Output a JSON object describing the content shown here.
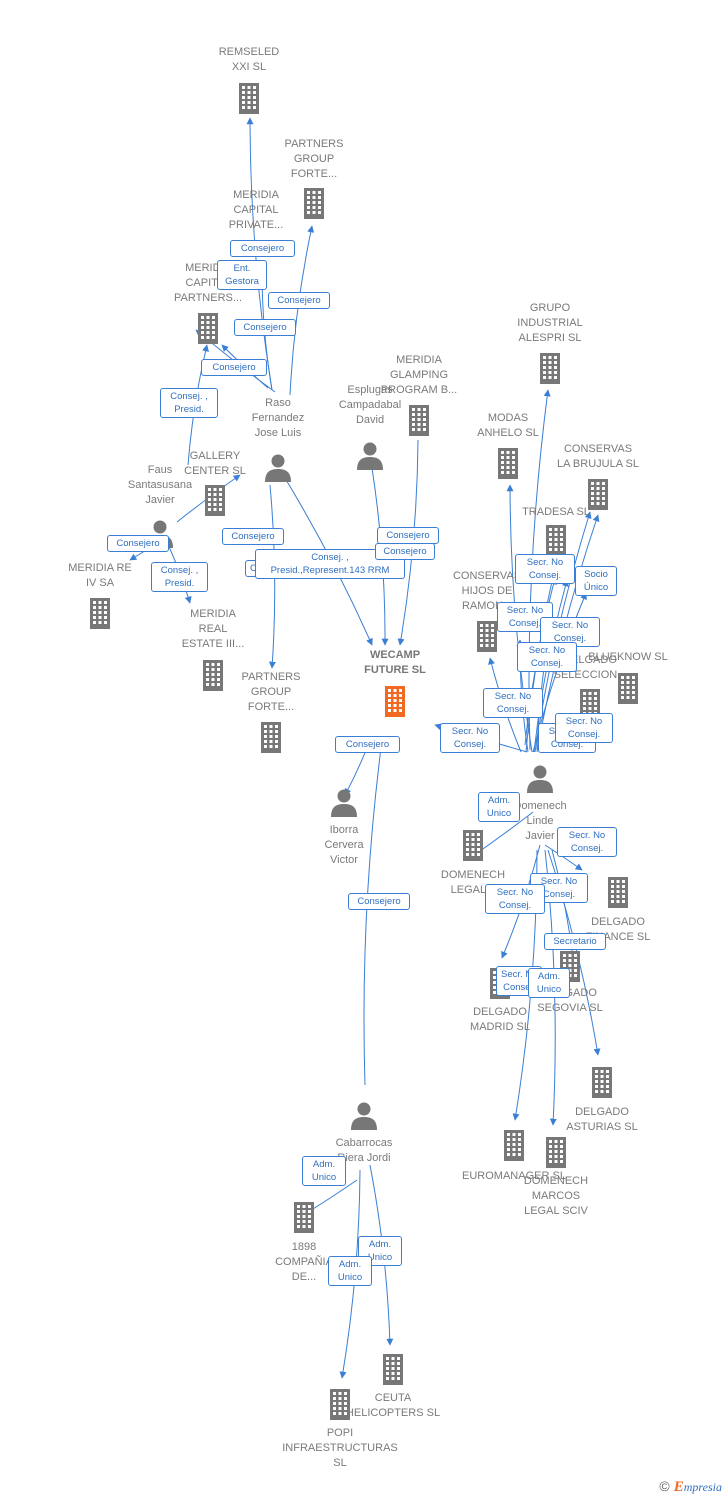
{
  "colors": {
    "edge": "#3a7fd5",
    "icon": "#777777",
    "center_icon": "#f26a21",
    "label": "#7a7a7a"
  },
  "nodes": [
    {
      "id": "remseled",
      "name": "REMSELED\nXXI  SL",
      "kind": "company"
    },
    {
      "id": "partners1",
      "name": "PARTNERS\nGROUP\nFORTE...",
      "kind": "company"
    },
    {
      "id": "meridia_cap_priv",
      "name": "MERIDIA\nCAPITAL\nPRIVATE...",
      "kind": "company"
    },
    {
      "id": "meridia_cap_partners",
      "name": "MERIDIA\nCAPITAL\nPARTNERS...",
      "kind": "company"
    },
    {
      "id": "raso",
      "name": "Raso\nFernandez\nJose Luis",
      "kind": "person"
    },
    {
      "id": "esplugas",
      "name": "Esplugas\nCampadabal\nDavid",
      "kind": "person"
    },
    {
      "id": "glamping",
      "name": "MERIDIA\nGLAMPING\nPROGRAM B...",
      "kind": "company"
    },
    {
      "id": "gallery",
      "name": "GALLERY\nCENTER  SL",
      "kind": "company"
    },
    {
      "id": "faus",
      "name": "Faus\nSantasusana\nJavier",
      "kind": "person"
    },
    {
      "id": "meridia_re_iv",
      "name": "MERIDIA RE\nIV SA",
      "kind": "company"
    },
    {
      "id": "meridia_real_estate",
      "name": "MERIDIA\nREAL\nESTATE III...",
      "kind": "company"
    },
    {
      "id": "partners2",
      "name": "PARTNERS\nGROUP\nFORTE...",
      "kind": "company"
    },
    {
      "id": "wecamp",
      "name": "WECAMP\nFUTURE  SL",
      "kind": "center"
    },
    {
      "id": "iborra",
      "name": "Iborra\nCervera\nVictor",
      "kind": "person"
    },
    {
      "id": "grupo_alespri",
      "name": "GRUPO\nINDUSTRIAL\nALESPRI SL",
      "kind": "company"
    },
    {
      "id": "modas",
      "name": "MODAS\nANHELO SL",
      "kind": "company"
    },
    {
      "id": "conservas_brujula",
      "name": "CONSERVAS\nLA BRUJULA SL",
      "kind": "company"
    },
    {
      "id": "tradesa",
      "name": "TRADESA SL",
      "kind": "company"
    },
    {
      "id": "conservas_hijos",
      "name": "CONSERVAS\nHIJOS DE\nRAMON...",
      "kind": "company"
    },
    {
      "id": "delgado_seleccion",
      "name": "DELGADO\nSELECCION...",
      "kind": "company"
    },
    {
      "id": "blueknow",
      "name": "BLUEKNOW SL",
      "kind": "company"
    },
    {
      "id": "domenech_linde",
      "name": "Domenech\nLinde\nJavier",
      "kind": "person"
    },
    {
      "id": "domenech_legal",
      "name": "DOMENECH\nLEGAL...",
      "kind": "company"
    },
    {
      "id": "delgado_finance",
      "name": "DELGADO\nFINANCE SL",
      "kind": "company"
    },
    {
      "id": "delgado_madrid",
      "name": "DELGADO\nMADRID  SL",
      "kind": "company"
    },
    {
      "id": "delgado_segovia",
      "name": "DELGADO\nSEGOVIA  SL",
      "kind": "company"
    },
    {
      "id": "delgado_asturias",
      "name": "DELGADO\nASTURIAS SL",
      "kind": "company"
    },
    {
      "id": "euromanager",
      "name": "EUROMANAGER SL",
      "kind": "company"
    },
    {
      "id": "domenech_marcos",
      "name": "DOMENECH\nMARCOS\nLEGAL SCIV",
      "kind": "company"
    },
    {
      "id": "cabarrocas",
      "name": "Cabarrocas\nRiera Jordi",
      "kind": "person"
    },
    {
      "id": "compania_1898",
      "name": "1898\nCOMPAÑIA\nDE...",
      "kind": "company"
    },
    {
      "id": "ceuta",
      "name": "CEUTA\nHELICOPTERS SL",
      "kind": "company"
    },
    {
      "id": "popi",
      "name": "POPI\nINFRAESTRUCTURAS SL",
      "kind": "company"
    }
  ],
  "edge_labels": [
    "Consejero",
    "Ent.\nGestora",
    "Consejero",
    "Consejero",
    "Consejero",
    "Consej. ,\nPresid.",
    "Consejero",
    "Consej. ,\nPresid.",
    "Consejero",
    "C",
    "Consej. ,\nPresid.,Represent.143 RRM",
    "Consejero",
    "Consejero",
    "Consejero",
    "Consejero",
    "Secr.  No\nConsej.",
    "Socio\nÚnico",
    "Secr.  No\nConsej.",
    "Secr.  No\nConsej.",
    "Secr.  No\nConsej.",
    "Secr.  No\nConsej.",
    "Secr.  No\nConsej.",
    "Secr.  No\nConsej.",
    "Secr.  No\nConsej.",
    "Adm.\nUnico",
    "Secr.  No\nConsej.",
    "Secr.  No\nConsej.",
    "Secr.  No\nConsej.",
    "Secretario",
    "Secr.  No\nConsej.",
    "Adm.\nUnico",
    "Adm.\nUnico",
    "Adm.\nUnico",
    "Adm.\nUnico"
  ],
  "footer": {
    "copyright": "©",
    "brand_e": "E",
    "brand_rest": "mpresia"
  }
}
